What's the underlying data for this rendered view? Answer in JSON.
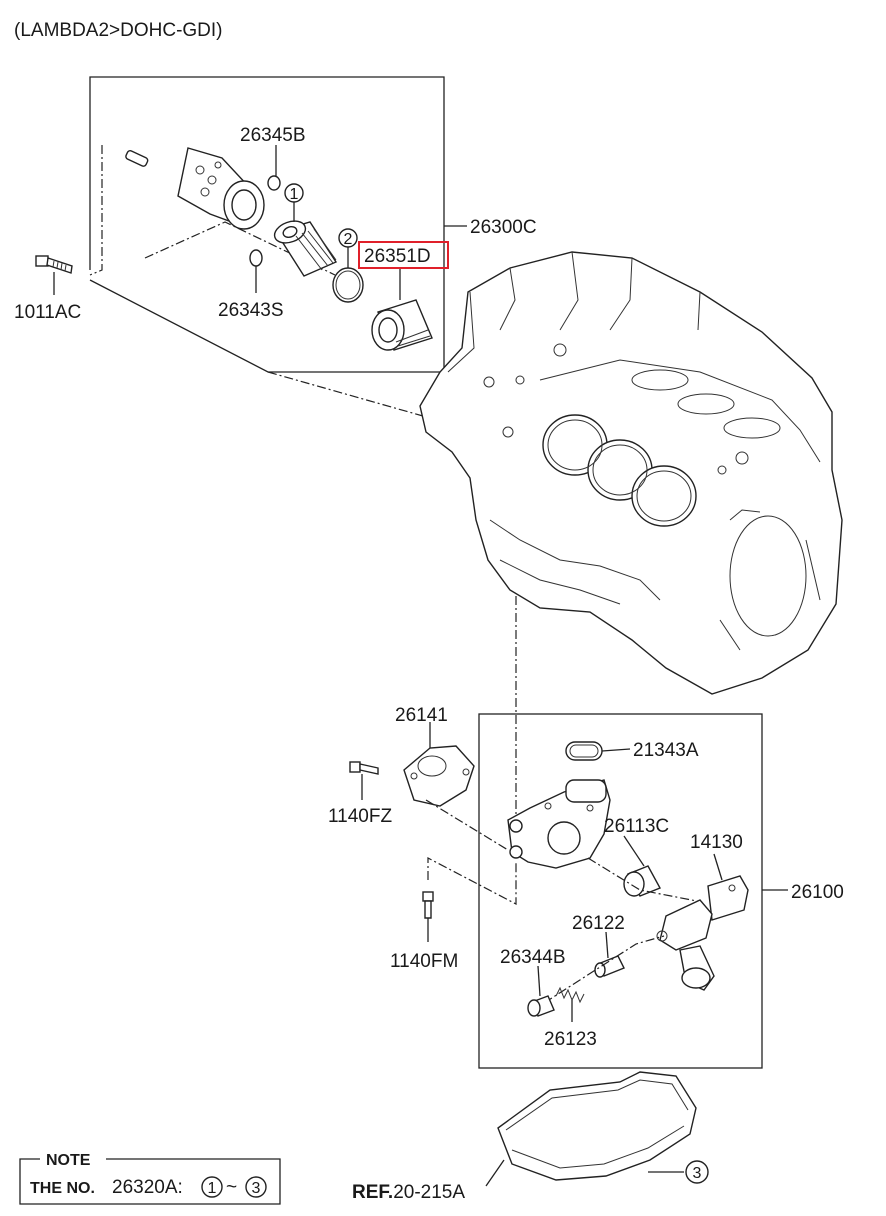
{
  "header": {
    "title": "(LAMBDA2>DOHC-GDI)"
  },
  "callouts": {
    "c26345B": "26345B",
    "c26300C": "26300C",
    "c26351D": "26351D",
    "c1011AC": "1011AC",
    "c26343S": "26343S",
    "c26141": "26141",
    "c21343A": "21343A",
    "c1140FZ": "1140FZ",
    "c26113C": "26113C",
    "c14130": "14130",
    "c26100": "26100",
    "c26122": "26122",
    "c1140FM": "1140FM",
    "c26344B": "26344B",
    "c26123": "26123"
  },
  "circled": {
    "one": "1",
    "two": "2",
    "three": "3"
  },
  "highlight": {
    "part": "26351D",
    "color": "#e0202a"
  },
  "ref": {
    "prefix": "REF.",
    "value": "20-215A"
  },
  "note": {
    "heading": "NOTE",
    "line_prefix": "THE NO.",
    "part": "26320A:",
    "from": "1",
    "sep": "~",
    "to": "3"
  }
}
